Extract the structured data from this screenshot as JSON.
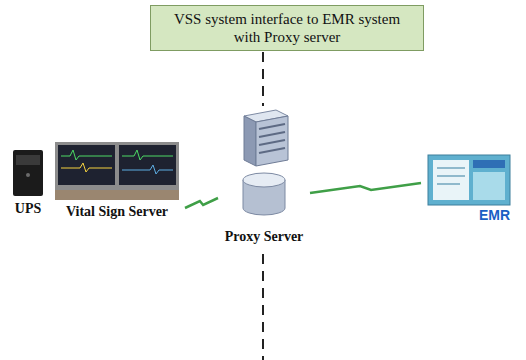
{
  "diagram": {
    "nodes": [
      {
        "text": [
          "VSS system interface to EMR system with Proxy server"
        ]
      },
      {
        "text": [
          "UPS"
        ]
      },
      {
        "text": [
          "Vital Sign Server"
        ]
      },
      {
        "text": [
          "Proxy Server"
        ]
      },
      {
        "text": [
          "EMR"
        ]
      }
    ],
    "edges": [
      {
        "from": 2,
        "to": 3,
        "arrow": "none"
      },
      {
        "from": 3,
        "to": 4,
        "arrow": "none"
      }
    ]
  }
}
